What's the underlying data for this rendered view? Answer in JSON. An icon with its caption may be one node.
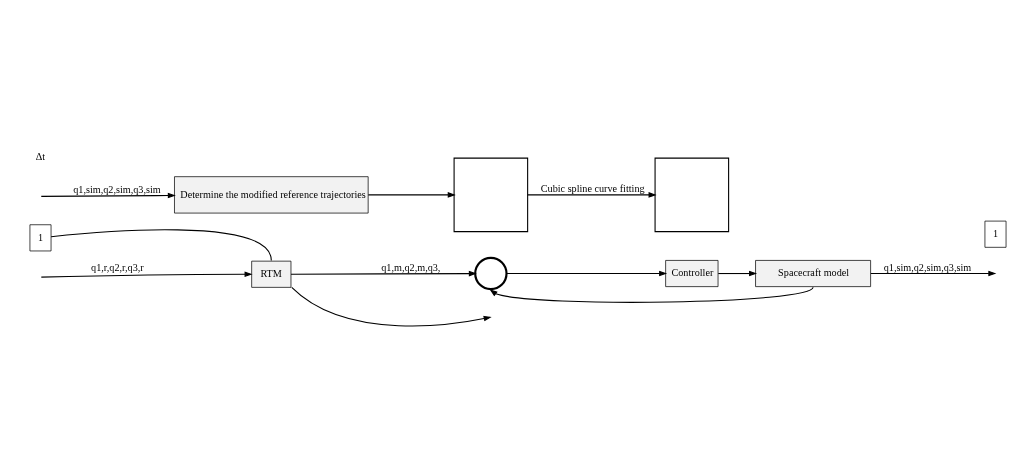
{
  "diagram": {
    "nodes": [
      {
        "text": [
          "Determine the modified reference trajectories"
        ]
      },
      {
        "text": [],
        "shape": "box"
      },
      {
        "text": [],
        "shape": "box"
      },
      {
        "text": [
          "1"
        ]
      },
      {
        "text": [
          "1"
        ]
      },
      {
        "text": [
          "RTM"
        ]
      },
      {
        "text": [],
        "shape": "circle"
      },
      {
        "text": [
          "Controller"
        ]
      },
      {
        "text": [
          "Spacecraft model"
        ]
      }
    ],
    "edges": [
      {
        "from": null,
        "to": 0,
        "arrow": "to",
        "label": "q1,sim,q2,sim,q3,sim"
      },
      {
        "from": 0,
        "to": 1,
        "arrow": "to"
      },
      {
        "from": 1,
        "to": 2,
        "arrow": "to",
        "label": "Cubic spline curve fitting"
      },
      {
        "from": 4,
        "to": 5,
        "arrow": "none"
      },
      {
        "from": null,
        "to": 5,
        "arrow": "to",
        "label": "q1,r,q2,r,q3,r"
      },
      {
        "from": 5,
        "to": 6,
        "arrow": "to",
        "label": "q1,m,q2,m,q3,"
      },
      {
        "from": 5,
        "to": null,
        "arrow": "to"
      },
      {
        "from": 6,
        "to": 7,
        "arrow": "to"
      },
      {
        "from": 7,
        "to": 8,
        "arrow": "to"
      },
      {
        "from": 8,
        "to": null,
        "arrow": "to",
        "label": "q1,sim,q2,sim,q3,sim"
      },
      {
        "from": 8,
        "to": 6,
        "arrow": "to"
      }
    ],
    "labels": [
      "Δt"
    ]
  }
}
